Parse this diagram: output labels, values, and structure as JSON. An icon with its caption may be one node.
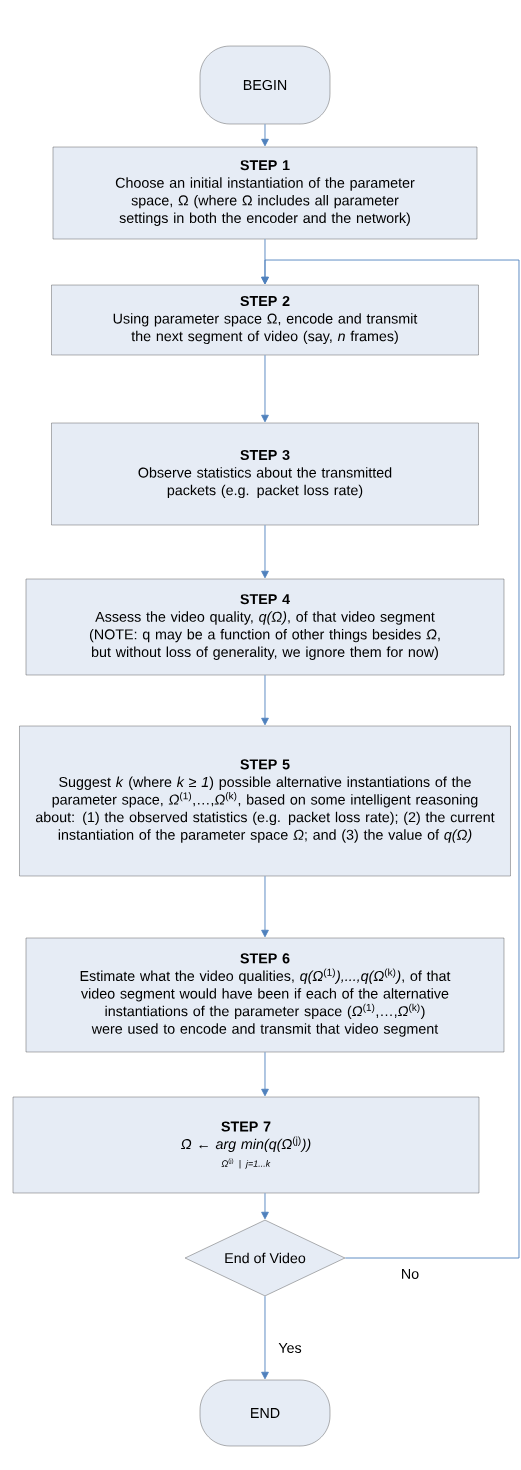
{
  "diagram": {
    "nodes": [
      {
        "text": [
          "BEGIN"
        ]
      },
      {
        "text": [
          "STEP 1",
          "Choose an initial instantiation of the parameter space, Ω (where Ω includes all parameter settings in both the encoder and the network)"
        ]
      },
      {
        "text": [
          "STEP 2",
          "Using parameter space Ω, encode and transmit the next segment of video (say, *n* frames)"
        ]
      },
      {
        "text": [
          "STEP 3",
          "Observe statistics about the transmitted packets (e.g. packet loss rate)"
        ]
      },
      {
        "text": [
          "STEP 4",
          "Assess the video quality, *q(Ω)*, of that video segment (NOTE:  q may be a function of other things besides *Ω*, but without loss of generality, we ignore them for now)"
        ]
      },
      {
        "text": [
          "STEP 5",
          "Suggest *k* (where *k ≥ 1*) possible alternative instantiations of the parameter space, *Ω*$^{(1)}$,…,*Ω*$^{(k)}$, based on some intelligent reasoning about:  (1) the observed statistics (e.g. packet loss rate); (2) the current instantiation of the parameter space *Ω*; and (3) the value of *q(Ω)*"
        ]
      },
      {
        "text": [
          "STEP 6",
          "Estimate what the video qualities, *q(Ω*$^{(1)}$*),...,q(Ω*$^{(k)}$*)*, of that video segment would have been if each of the alternative instantiations of the parameter space (*Ω*$^{(1)}$,…,*Ω*$^{(k)}$) were used to encode and transmit that video segment"
        ]
      },
      {
        "text": [
          "STEP 7",
          "*Ω ← arg min(q(Ω*$^{(j)}$*))*",
          "*Ω*$^{(j)}$ | *j=1...k*"
        ]
      },
      {
        "text": [
          "End of Video"
        ]
      },
      {
        "text": [
          "END"
        ]
      }
    ],
    "edges": [
      {
        "from": 0,
        "to": 1,
        "arrow": "to"
      },
      {
        "from": 1,
        "to": 2,
        "arrow": "to"
      },
      {
        "from": 2,
        "to": 3,
        "arrow": "to"
      },
      {
        "from": 3,
        "to": 4,
        "arrow": "to"
      },
      {
        "from": 4,
        "to": 5,
        "arrow": "to"
      },
      {
        "from": 5,
        "to": 6,
        "arrow": "to"
      },
      {
        "from": 6,
        "to": 7,
        "arrow": "to"
      },
      {
        "from": 7,
        "to": 8,
        "arrow": "to"
      },
      {
        "from": 8,
        "to": 2,
        "arrow": "to",
        "label": "No"
      },
      {
        "from": 8,
        "to": 9,
        "arrow": "to",
        "label": "Yes"
      }
    ]
  }
}
